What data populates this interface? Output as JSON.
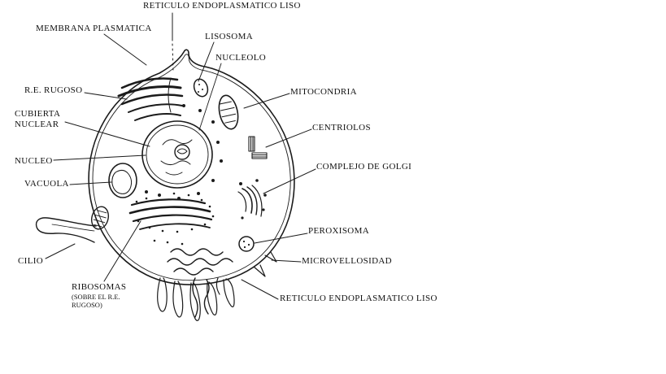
{
  "colors": {
    "ink": "#1b1b1b",
    "background": "#ffffff"
  },
  "diagram": {
    "labels": {
      "re_liso_top": "RETICULO ENDOPLASMATICO LISO",
      "membrana_plasmatica": "MEMBRANA PLASMATICA",
      "lisosoma": "LISOSOMA",
      "nucleolo": "NUCLEOLO",
      "re_rugoso": "R.E. RUGOSO",
      "mitocondria": "MITOCONDRIA",
      "cubierta_nuclear_line1": "CUBIERTA",
      "cubierta_nuclear_line2": "NUCLEAR",
      "centriolos": "CENTRIOLOS",
      "nucleo": "NUCLEO",
      "complejo_de_golgi": "COMPLEJO DE GOLGI",
      "vacuola": "VACUOLA",
      "peroxisoma": "PEROXISOMA",
      "cilio": "CILIO",
      "microvellosidad": "MICROVELLOSIDAD",
      "ribosomas": "RIBOSOMAS",
      "ribosomas_sub_line1": "(SOBRE EL R.E.",
      "ribosomas_sub_line2": "RUGOSO)",
      "re_liso_bottom": "RETICULO ENDOPLASMATICO LISO"
    }
  }
}
